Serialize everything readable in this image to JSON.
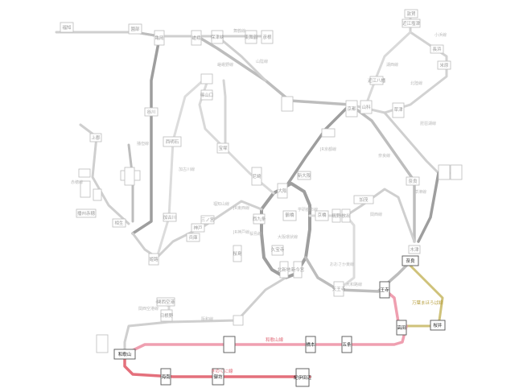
{
  "map": {
    "background": "#ffffff",
    "colors": {
      "gray_line": "#c8c8c8",
      "dark_line": "#9e9e9e",
      "active_gold": "#cfc27a",
      "active_pink": "#ef9fb0",
      "active_red": "#e4707c"
    },
    "stations": [
      {
        "id": "s1",
        "label": "福知",
        "dark": false
      },
      {
        "id": "s2",
        "label": "園部",
        "dark": false
      },
      {
        "id": "s3",
        "label": "亀岡",
        "dark": false
      },
      {
        "id": "s4",
        "label": "嵯峨",
        "dark": false
      },
      {
        "id": "s5",
        "label": "保津峡",
        "dark": false
      },
      {
        "id": "s6",
        "label": "東舞鶴",
        "dark": false
      },
      {
        "id": "s7",
        "label": "敦賀",
        "dark": false
      },
      {
        "id": "s8",
        "label": "近江塩津",
        "dark": false
      },
      {
        "id": "s9",
        "label": "長浜",
        "dark": false
      },
      {
        "id": "s10",
        "label": "米原",
        "dark": false
      },
      {
        "id": "s11",
        "label": "近江八幡",
        "dark": false
      },
      {
        "id": "s12",
        "label": "彦根",
        "dark": false
      },
      {
        "id": "s13",
        "label": "草津",
        "dark": false
      },
      {
        "id": "s14",
        "label": "京都",
        "dark": false
      },
      {
        "id": "s15",
        "label": "山科",
        "dark": false
      },
      {
        "id": "s16",
        "label": "木津",
        "dark": false
      },
      {
        "id": "s17",
        "label": "奈良",
        "dark": false
      },
      {
        "id": "s18",
        "label": "天王寺",
        "dark": false
      },
      {
        "id": "s19",
        "label": "大阪",
        "dark": false
      },
      {
        "id": "s20",
        "label": "新大阪",
        "dark": false
      },
      {
        "id": "s21",
        "label": "尼崎",
        "dark": false
      },
      {
        "id": "s22",
        "label": "宝塚",
        "dark": false
      },
      {
        "id": "s23",
        "label": "三ノ宮",
        "dark": false
      },
      {
        "id": "s24",
        "label": "神戸",
        "dark": false
      },
      {
        "id": "s25",
        "label": "兵庫",
        "dark": false
      },
      {
        "id": "s26",
        "label": "姫路",
        "dark": false
      },
      {
        "id": "s27",
        "label": "加古川",
        "dark": false
      },
      {
        "id": "s28",
        "label": "西明石",
        "dark": false
      },
      {
        "id": "s29",
        "label": "谷川",
        "dark": false
      },
      {
        "id": "s30",
        "label": "篠山口",
        "dark": false
      },
      {
        "id": "s31",
        "label": "上郡",
        "dark": false
      },
      {
        "id": "s32",
        "label": "播州赤穂",
        "dark": false
      },
      {
        "id": "s33",
        "label": "相生",
        "dark": false
      },
      {
        "id": "s34",
        "label": "鶴橋",
        "dark": false
      },
      {
        "id": "s35",
        "label": "高田",
        "dark": true
      },
      {
        "id": "s36",
        "label": "桜井",
        "dark": true
      },
      {
        "id": "s37",
        "label": "王寺",
        "dark": true
      },
      {
        "id": "s38",
        "label": "奈良",
        "dark": true
      },
      {
        "id": "s39",
        "label": "五条",
        "dark": true
      },
      {
        "id": "s40",
        "label": "橋本",
        "dark": true
      },
      {
        "id": "s41",
        "label": "和歌山",
        "dark": true
      },
      {
        "id": "s42",
        "label": "海南",
        "dark": true
      },
      {
        "id": "s43",
        "label": "御坊",
        "dark": true
      },
      {
        "id": "s44",
        "label": "紀伊田辺",
        "dark": true
      },
      {
        "id": "s45",
        "label": "関西空港",
        "dark": false
      },
      {
        "id": "s46",
        "label": "日根野",
        "dark": false
      },
      {
        "id": "s47",
        "label": "加茂",
        "dark": false
      },
      {
        "id": "s48",
        "label": "久宝寺",
        "dark": false
      },
      {
        "id": "s49",
        "label": "京橋",
        "dark": false
      },
      {
        "id": "s50",
        "label": "鴫野",
        "dark": false
      },
      {
        "id": "s51",
        "label": "放出",
        "dark": false
      },
      {
        "id": "s52",
        "label": "西九条",
        "dark": false
      },
      {
        "id": "s53",
        "label": "桜島",
        "dark": false
      },
      {
        "id": "s54",
        "label": "新今宮",
        "dark": false
      },
      {
        "id": "s55",
        "label": "北新地",
        "dark": false
      }
    ],
    "line_labels": [
      {
        "id": "l1",
        "label": "山陰線",
        "style": "gray"
      },
      {
        "id": "l2",
        "label": "湖西線",
        "style": "gray"
      },
      {
        "id": "l3",
        "label": "北陸線",
        "style": "gray"
      },
      {
        "id": "l4",
        "label": "琵琶湖線",
        "style": "gray"
      },
      {
        "id": "l5",
        "label": "JR京都線",
        "style": "gray"
      },
      {
        "id": "l6",
        "label": "JR神戸線",
        "style": "gray"
      },
      {
        "id": "l7",
        "label": "学研都市線",
        "style": "gray"
      },
      {
        "id": "l8",
        "label": "大和路線",
        "style": "gray"
      },
      {
        "id": "l9",
        "label": "阪和線",
        "style": "gray"
      },
      {
        "id": "l10",
        "label": "奈良線",
        "style": "gray"
      },
      {
        "id": "l11",
        "label": "万葉まほろば線",
        "style": "gold"
      },
      {
        "id": "l12",
        "label": "和歌山線",
        "style": "red"
      },
      {
        "id": "l13",
        "label": "きのくに線",
        "style": "red"
      },
      {
        "id": "l14",
        "label": "播但線",
        "style": "gray"
      },
      {
        "id": "l15",
        "label": "加古川線",
        "style": "gray"
      },
      {
        "id": "l16",
        "label": "赤穂線",
        "style": "gray"
      },
      {
        "id": "l17",
        "label": "関西空港線",
        "style": "gray"
      },
      {
        "id": "l18",
        "label": "大阪環状線",
        "style": "gray"
      },
      {
        "id": "l19",
        "label": "おおさか東線",
        "style": "gray"
      },
      {
        "id": "l20",
        "label": "JR東西線",
        "style": "gray"
      },
      {
        "id": "l21",
        "label": "桜島線",
        "style": "gray"
      },
      {
        "id": "l22",
        "label": "草津線",
        "style": "gray"
      },
      {
        "id": "l23",
        "label": "関西線",
        "style": "gray"
      },
      {
        "id": "l24",
        "label": "福知山線",
        "style": "gray"
      },
      {
        "id": "l25",
        "label": "嵯峨野線",
        "style": "gray"
      },
      {
        "id": "l26",
        "label": "舞鶴線",
        "style": "gray"
      },
      {
        "id": "l27",
        "label": "小浜線",
        "style": "gray"
      }
    ]
  }
}
